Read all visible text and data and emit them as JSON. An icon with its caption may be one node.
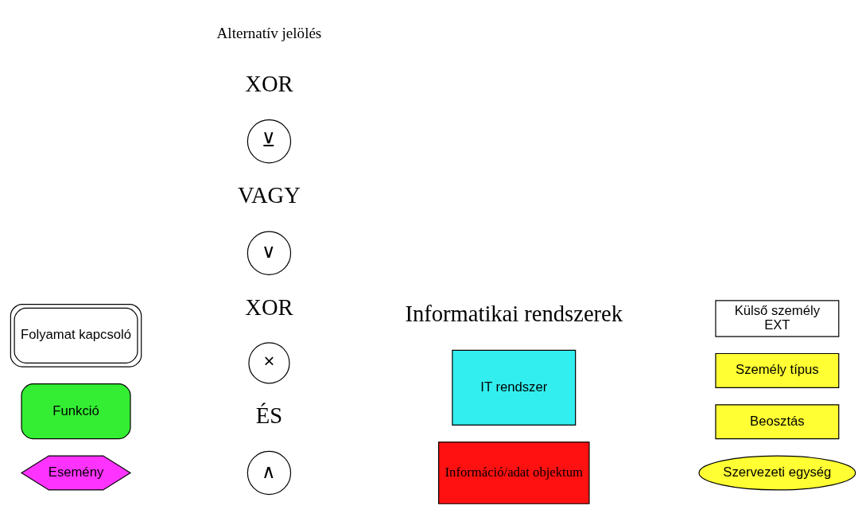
{
  "diagram": {
    "nodes": [
      {
        "text": [
          "Esemény"
        ]
      },
      {
        "text": [
          "Funkció"
        ]
      },
      {
        "text": [
          "Folyamat kapcsoló"
        ]
      },
      {
        "text": [
          "∧"
        ],
        "beside": [
          "ÉS"
        ]
      },
      {
        "text": [
          "×"
        ],
        "beside": [
          "XOR"
        ]
      },
      {
        "text": [
          "∨"
        ],
        "beside": [
          "VAGY"
        ]
      },
      {
        "text": [
          "⊻"
        ],
        "beside": [
          "XOR"
        ]
      },
      {
        "text": [
          "Információ/adat objektum"
        ]
      },
      {
        "text": [
          "IT rendszer"
        ],
        "beside": [
          "Informatikai rendszerek"
        ]
      },
      {
        "text": [
          "Szervezeti egység"
        ]
      },
      {
        "text": [
          "Beosztás"
        ]
      },
      {
        "text": [
          "Személy típus"
        ]
      },
      {
        "text": [
          "Külső személy",
          "EXT"
        ]
      }
    ],
    "edges": [],
    "labels": [
      "Alternatív jelölés"
    ]
  }
}
